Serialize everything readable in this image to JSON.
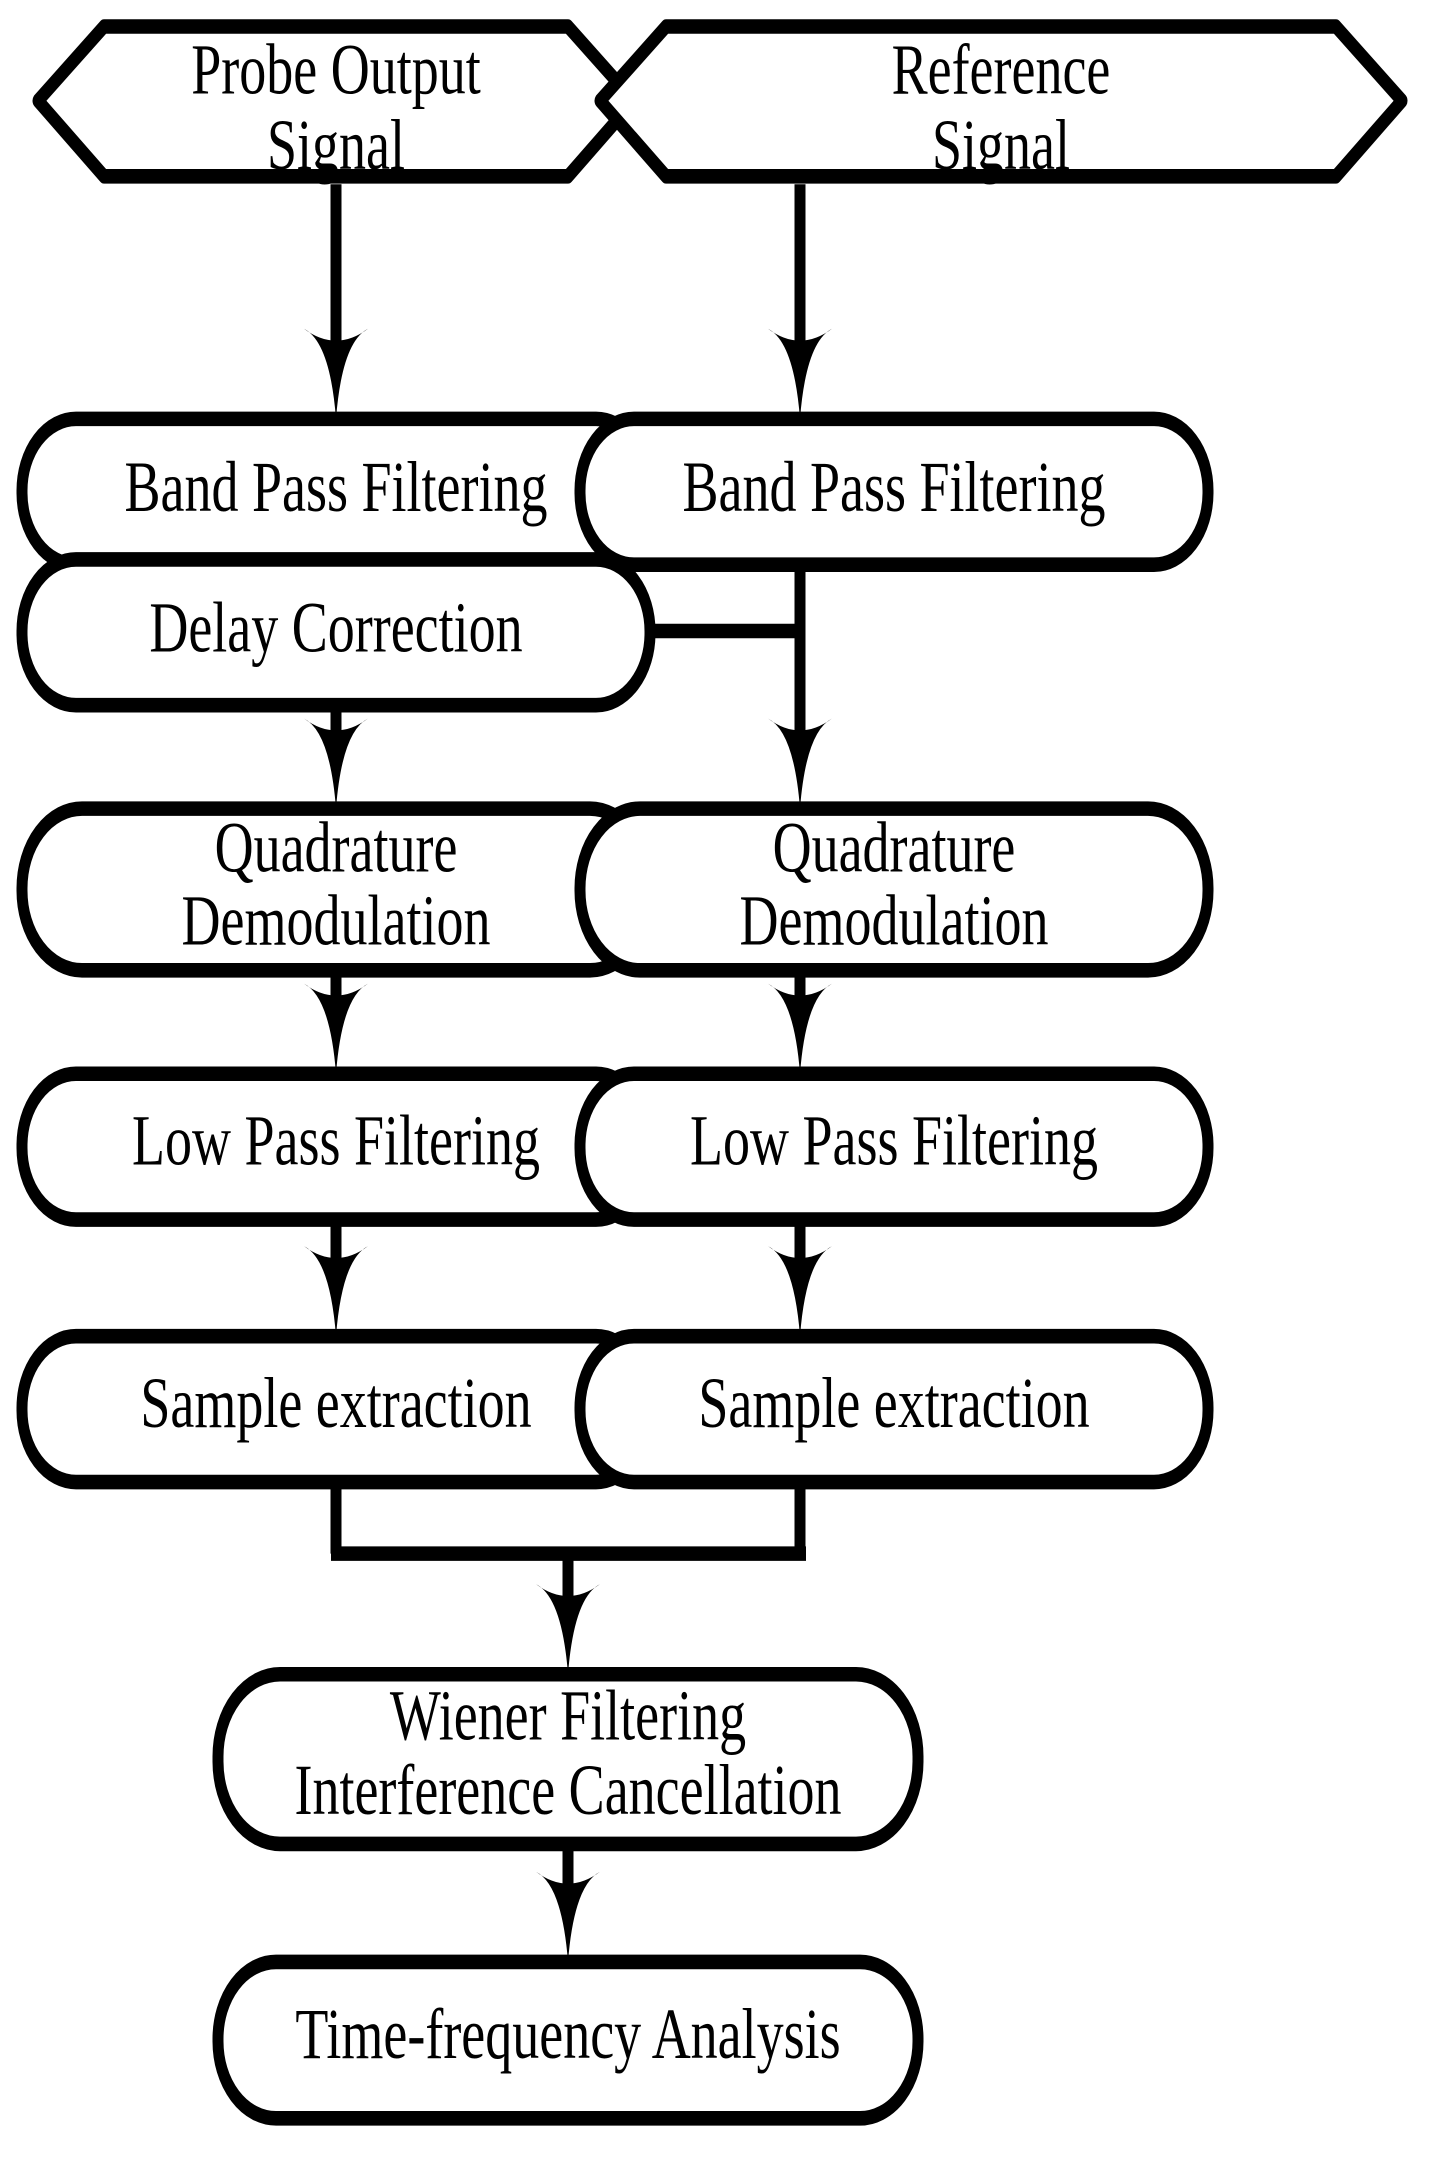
{
  "diagram": {
    "title": "Signal processing flowchart",
    "background_color": "#ffffff",
    "stroke_color": "#000000",
    "nodes": {
      "probe_output_signal": {
        "label_line1": "Probe Output",
        "label_line2": "Signal",
        "shape": "hexagon"
      },
      "reference_signal": {
        "label_line1": "Reference",
        "label_line2": "Signal",
        "shape": "hexagon"
      },
      "band_pass_left": {
        "label_line1": "Band Pass Filtering",
        "shape": "rounded-rect"
      },
      "band_pass_right": {
        "label_line1": "Band Pass Filtering",
        "shape": "rounded-rect"
      },
      "delay_correction": {
        "label_line1": "Delay Correction",
        "shape": "rounded-rect"
      },
      "quadrature_left": {
        "label_line1": "Quadrature",
        "label_line2": "Demodulation",
        "shape": "rounded-rect"
      },
      "quadrature_right": {
        "label_line1": "Quadrature",
        "label_line2": "Demodulation",
        "shape": "rounded-rect"
      },
      "low_pass_left": {
        "label_line1": "Low Pass Filtering",
        "shape": "rounded-rect"
      },
      "low_pass_right": {
        "label_line1": "Low Pass Filtering",
        "shape": "rounded-rect"
      },
      "sample_extraction_left": {
        "label_line1": "Sample extraction",
        "shape": "rounded-rect"
      },
      "sample_extraction_right": {
        "label_line1": "Sample extraction",
        "shape": "rounded-rect"
      },
      "wiener_filtering": {
        "label_line1": "Wiener Filtering",
        "label_line2": "Interference Cancellation",
        "shape": "rounded-rect"
      },
      "time_frequency_analysis": {
        "label_line1": "Time-frequency Analysis",
        "shape": "rounded-rect"
      }
    }
  }
}
